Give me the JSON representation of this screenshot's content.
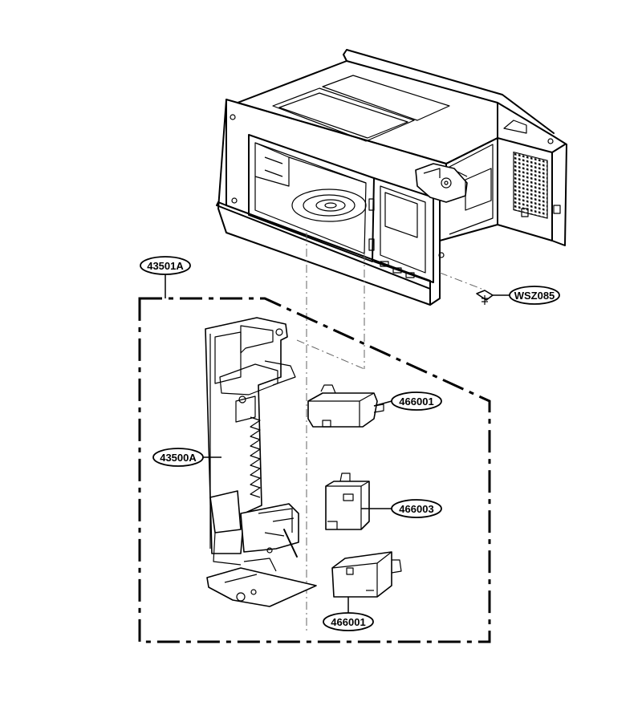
{
  "callouts": {
    "assembly": "43501A",
    "screw": "WSZ085",
    "latch_board": "43500A",
    "switch_top": "466001",
    "switch_middle": "466003",
    "switch_bottom": "466001"
  }
}
